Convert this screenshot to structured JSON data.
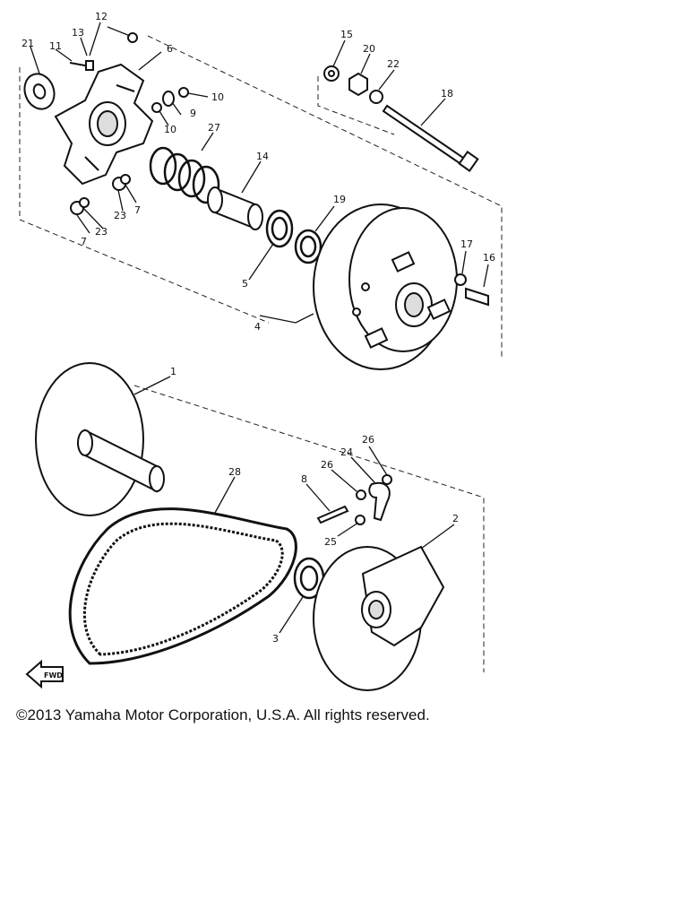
{
  "part_labels": {
    "p1": "1",
    "p2": "2",
    "p3": "3",
    "p4": "4",
    "p5": "5",
    "p6": "6",
    "p7a": "7",
    "p7b": "7",
    "p8": "8",
    "p9": "9",
    "p10a": "10",
    "p10b": "10",
    "p11": "11",
    "p12": "12",
    "p13": "13",
    "p14": "14",
    "p15": "15",
    "p16": "16",
    "p17": "17",
    "p18": "18",
    "p19": "19",
    "p20": "20",
    "p21": "21",
    "p22": "22",
    "p23a": "23",
    "p23b": "23",
    "p24": "24",
    "p25": "25",
    "p26a": "26",
    "p26b": "26",
    "p27": "27",
    "p28": "28"
  },
  "fwd_label": "FWD",
  "copyright": "©2013 Yamaha Motor Corporation, U.S.A. All rights reserved."
}
